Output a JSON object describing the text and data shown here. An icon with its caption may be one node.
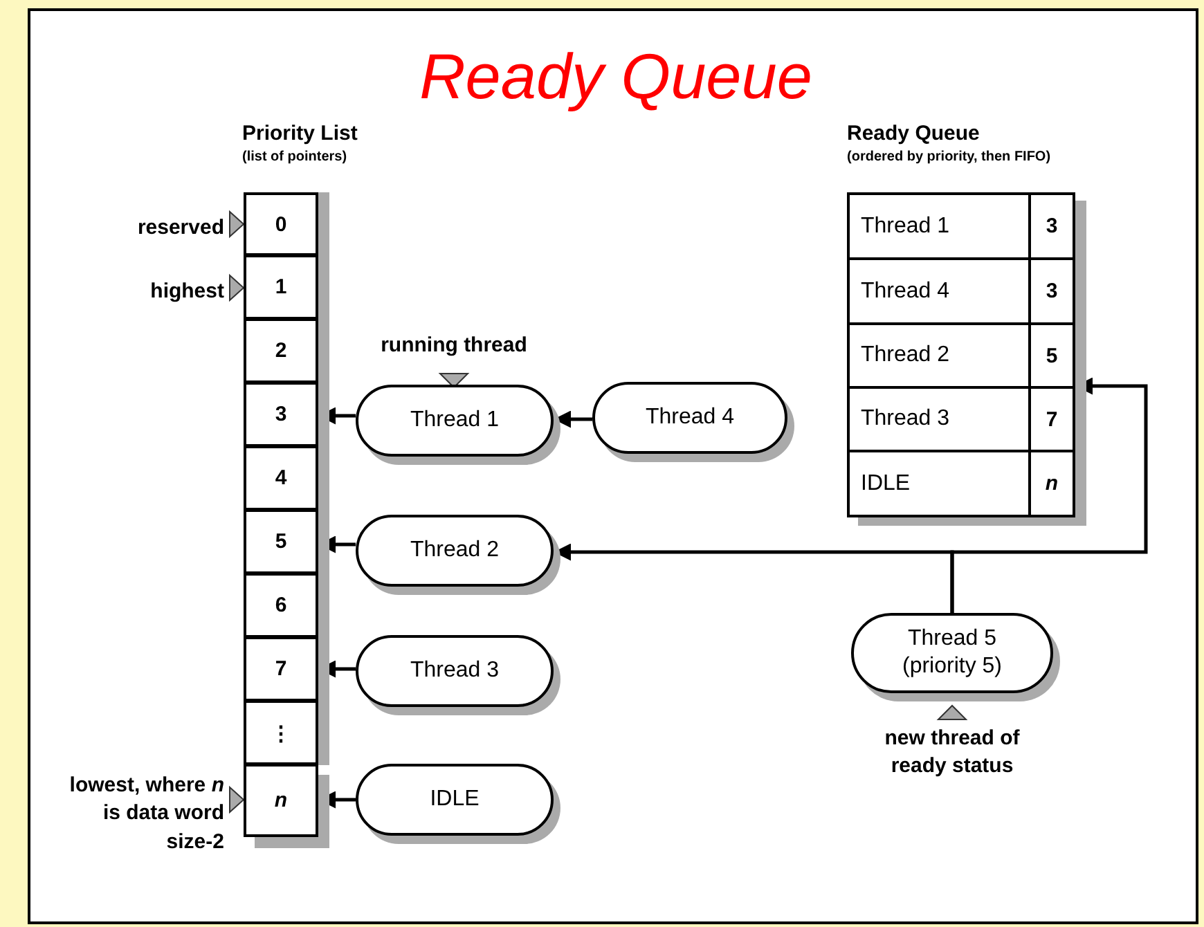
{
  "diagram": {
    "title": "Ready Queue",
    "nodes": [
      {
        "text": [
          "Priority List",
          "(list of pointers)"
        ]
      },
      {
        "text": [
          "0"
        ],
        "in": 0,
        "beside": [
          "reserved"
        ]
      },
      {
        "text": [
          "1"
        ],
        "in": 0,
        "beside": [
          "highest"
        ]
      },
      {
        "text": [
          "2"
        ],
        "in": 0
      },
      {
        "text": [
          "3"
        ],
        "in": 0
      },
      {
        "text": [
          "4"
        ],
        "in": 0
      },
      {
        "text": [
          "5"
        ],
        "in": 0
      },
      {
        "text": [
          "6"
        ],
        "in": 0
      },
      {
        "text": [
          "7"
        ],
        "in": 0
      },
      {
        "text": [
          "⋮"
        ],
        "in": 0
      },
      {
        "text": [
          "n"
        ],
        "in": 0,
        "beside": [
          "lowest, where *n* is data word size-2"
        ]
      },
      {
        "text": [
          "Ready Queue",
          "(ordered by priority, then FIFO)"
        ]
      },
      {
        "text": [
          "Thread 1",
          "3"
        ],
        "in": 11
      },
      {
        "text": [
          "Thread 4",
          "3"
        ],
        "in": 11
      },
      {
        "text": [
          "Thread 2",
          "5"
        ],
        "in": 11
      },
      {
        "text": [
          "Thread 3",
          "7"
        ],
        "in": 11
      },
      {
        "text": [
          "IDLE",
          "n"
        ],
        "in": 11
      },
      {
        "text": [
          "Thread 1"
        ],
        "beside": [
          "running thread"
        ]
      },
      {
        "text": [
          "Thread 4"
        ]
      },
      {
        "text": [
          "Thread 2"
        ]
      },
      {
        "text": [
          "Thread 3"
        ]
      },
      {
        "text": [
          "IDLE"
        ]
      },
      {
        "text": [
          "Thread 5 (priority 5)"
        ],
        "beside": [
          "new thread of ready status"
        ]
      }
    ],
    "edges": [
      {
        "from": 17,
        "to": 4,
        "arrow": "to"
      },
      {
        "from": 18,
        "to": 17,
        "arrow": "to"
      },
      {
        "from": 19,
        "to": 6,
        "arrow": "to"
      },
      {
        "from": 20,
        "to": 8,
        "arrow": "to"
      },
      {
        "from": 21,
        "to": 10,
        "arrow": "to"
      },
      {
        "from": 22,
        "to": 19,
        "arrow": "to"
      },
      {
        "from": 22,
        "to": 11,
        "arrow": "to"
      }
    ]
  }
}
